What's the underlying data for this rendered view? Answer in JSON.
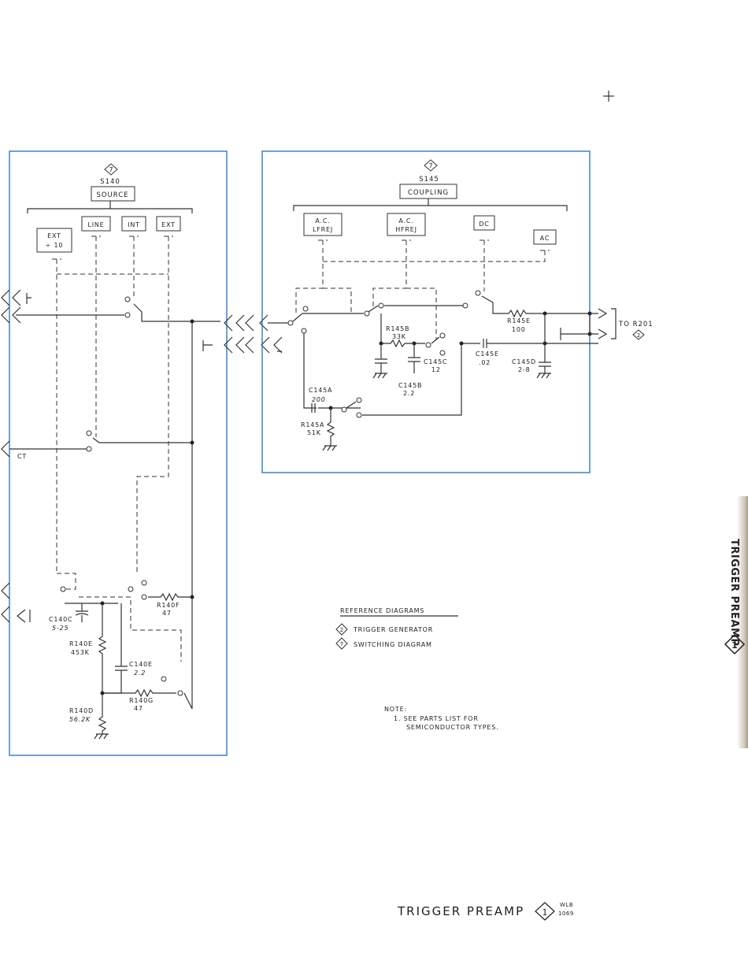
{
  "left_panel": {
    "switch_ref": "7",
    "switch_id": "S140",
    "switch_name": "SOURCE",
    "positions": [
      "EXT ÷ 10",
      "LINE",
      "INT",
      "EXT"
    ],
    "ct_label": "CT",
    "components": {
      "c140c": {
        "ref": "C140C",
        "value": "5-25"
      },
      "r140e": {
        "ref": "R140E",
        "value": "453K"
      },
      "c140e": {
        "ref": "C140E",
        "value": "2.2"
      },
      "r140f": {
        "ref": "R140F",
        "value": "47"
      },
      "r140g": {
        "ref": "R140G",
        "value": "47"
      },
      "r140d": {
        "ref": "R140D",
        "value": "56.2K"
      }
    }
  },
  "right_panel": {
    "switch_ref": "7",
    "switch_id": "S145",
    "switch_name": "COUPLING",
    "positions": [
      "AC LFREJ",
      "AC HFREJ",
      "DC",
      "AC"
    ],
    "components": {
      "r145b": {
        "ref": "R145B",
        "value": "33K"
      },
      "c145c": {
        "ref": "C145C",
        "value": "12"
      },
      "c145b": {
        "ref": "C145B",
        "value": "2.2"
      },
      "c145a": {
        "ref": "C145A",
        "value": "200"
      },
      "r145a": {
        "ref": "R145A",
        "value": "51K"
      },
      "r145e": {
        "ref": "R145E",
        "value": "100"
      },
      "c145e": {
        "ref": "C145E",
        "value": ".02"
      },
      "c145d": {
        "ref": "C145D",
        "value": "2-8"
      }
    },
    "output_label": "TO R201",
    "output_ref": "2"
  },
  "reference_diagrams": {
    "title": "REFERENCE DIAGRAMS",
    "items": [
      {
        "num": "2",
        "label": "TRIGGER GENERATOR"
      },
      {
        "num": "7",
        "label": "SWITCHING DIAGRAM"
      }
    ]
  },
  "note": {
    "title": "NOTE:",
    "line1": "1. SEE PARTS LIST FOR",
    "line2": "SEMICONDUCTOR TYPES."
  },
  "side_tab": {
    "title": "TRIGGER PREAMP",
    "num": "1"
  },
  "footer": {
    "title": "TRIGGER PREAMP",
    "num": "1",
    "initials": "WLB",
    "date": "1069"
  },
  "colors": {
    "panel_border": "#1e6fbe",
    "ink": "#222222"
  }
}
